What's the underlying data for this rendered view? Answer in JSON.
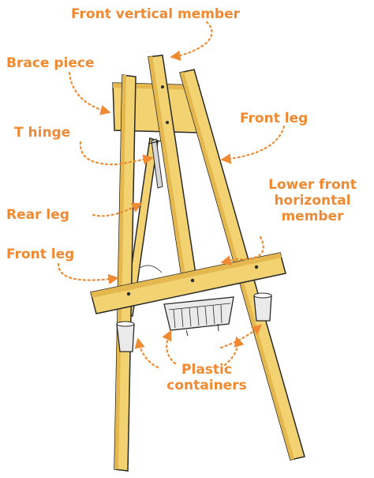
{
  "labels": {
    "front_vertical_member": "Front vertical member",
    "brace_piece": "Brace piece",
    "front_leg_right": "Front leg",
    "t_hinge": "T hinge",
    "lower_front_line1": "Lower front",
    "lower_front_line2": "horizontal",
    "lower_front_line3": "member",
    "rear_leg": "Rear leg",
    "front_leg_left": "Front leg",
    "plastic_line1": "Plastic",
    "plastic_line2": "containers"
  },
  "colors": {
    "label": "#ef8a32",
    "wood": "#f2d271",
    "wood_shade": "#e4b84e",
    "outline": "#2a2a2a",
    "container": "#eaeaea"
  },
  "icons": {
    "arrow": "dotted-curved-arrow"
  }
}
